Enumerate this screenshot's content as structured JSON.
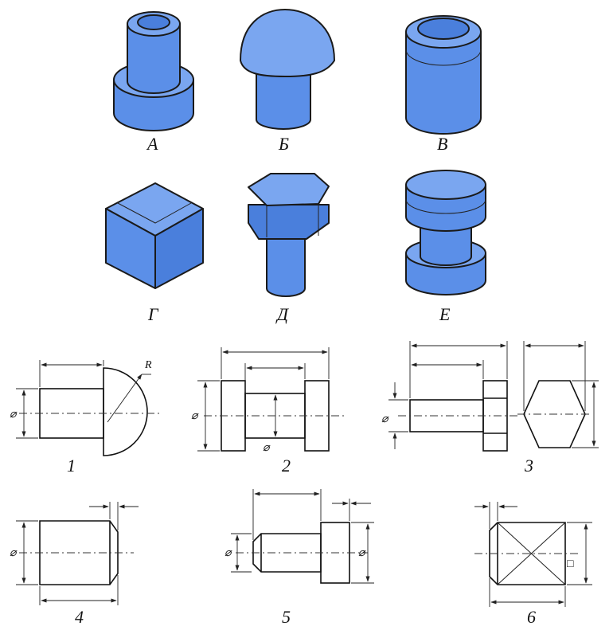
{
  "solids": {
    "a": "А",
    "b": "Б",
    "v": "В",
    "g": "Г",
    "d": "Д",
    "e": "Е"
  },
  "drawings": {
    "d1": "1",
    "d2": "2",
    "d3": "3",
    "d4": "4",
    "d5": "5",
    "d6": "6"
  },
  "annotations": {
    "radius": "R",
    "diameter": "⌀",
    "square": "□"
  },
  "colors": {
    "solid_fill": "#5b8fe8",
    "outline": "#1a1a1a"
  }
}
